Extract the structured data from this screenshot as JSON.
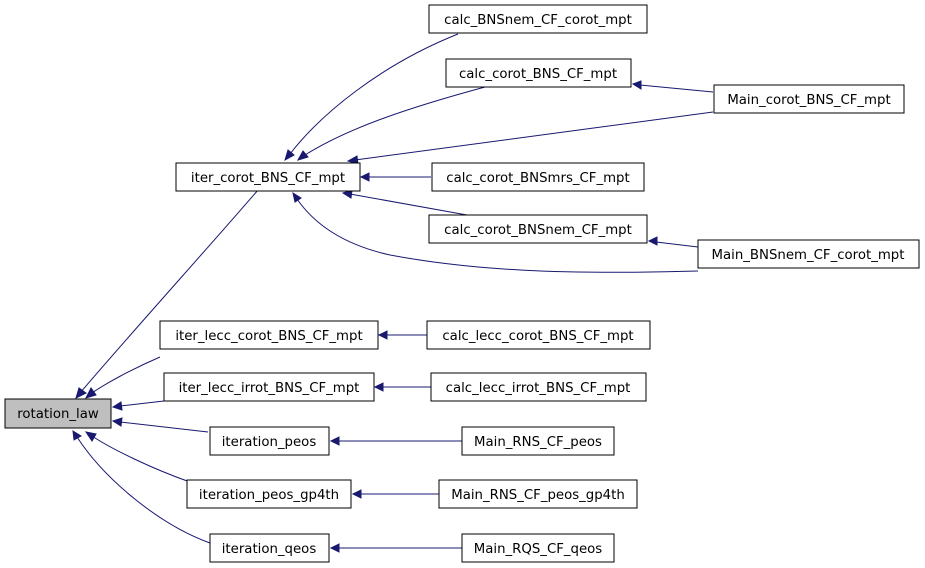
{
  "nodes": {
    "rotation_law": "rotation_law",
    "iter_corot_BNS_CF_mpt": "iter_corot_BNS_CF_mpt",
    "iter_lecc_corot_BNS_CF_mpt": "iter_lecc_corot_BNS_CF_mpt",
    "iter_lecc_irrot_BNS_CF_mpt": "iter_lecc_irrot_BNS_CF_mpt",
    "iteration_peos": "iteration_peos",
    "iteration_peos_gp4th": "iteration_peos_gp4th",
    "iteration_qeos": "iteration_qeos",
    "calc_BNSnem_CF_corot_mpt": "calc_BNSnem_CF_corot_mpt",
    "calc_corot_BNS_CF_mpt": "calc_corot_BNS_CF_mpt",
    "calc_corot_BNSmrs_CF_mpt": "calc_corot_BNSmrs_CF_mpt",
    "calc_corot_BNSnem_CF_mpt": "calc_corot_BNSnem_CF_mpt",
    "calc_lecc_corot_BNS_CF_mpt": "calc_lecc_corot_BNS_CF_mpt",
    "calc_lecc_irrot_BNS_CF_mpt": "calc_lecc_irrot_BNS_CF_mpt",
    "Main_corot_BNS_CF_mpt": "Main_corot_BNS_CF_mpt",
    "Main_BNSnem_CF_corot_mpt": "Main_BNSnem_CF_corot_mpt",
    "Main_RNS_CF_peos": "Main_RNS_CF_peos",
    "Main_RNS_CF_peos_gp4th": "Main_RNS_CF_peos_gp4th",
    "Main_RQS_CF_qeos": "Main_RQS_CF_qeos"
  },
  "edges": [
    {
      "from": "iter_corot_BNS_CF_mpt",
      "to": "rotation_law"
    },
    {
      "from": "iter_lecc_corot_BNS_CF_mpt",
      "to": "rotation_law"
    },
    {
      "from": "iter_lecc_irrot_BNS_CF_mpt",
      "to": "rotation_law"
    },
    {
      "from": "iteration_peos",
      "to": "rotation_law"
    },
    {
      "from": "iteration_peos_gp4th",
      "to": "rotation_law"
    },
    {
      "from": "iteration_qeos",
      "to": "rotation_law"
    },
    {
      "from": "calc_BNSnem_CF_corot_mpt",
      "to": "iter_corot_BNS_CF_mpt"
    },
    {
      "from": "calc_corot_BNS_CF_mpt",
      "to": "iter_corot_BNS_CF_mpt"
    },
    {
      "from": "Main_corot_BNS_CF_mpt",
      "to": "iter_corot_BNS_CF_mpt"
    },
    {
      "from": "calc_corot_BNSmrs_CF_mpt",
      "to": "iter_corot_BNS_CF_mpt"
    },
    {
      "from": "calc_corot_BNSnem_CF_mpt",
      "to": "iter_corot_BNS_CF_mpt"
    },
    {
      "from": "Main_BNSnem_CF_corot_mpt",
      "to": "iter_corot_BNS_CF_mpt"
    },
    {
      "from": "Main_corot_BNS_CF_mpt",
      "to": "calc_corot_BNS_CF_mpt"
    },
    {
      "from": "Main_BNSnem_CF_corot_mpt",
      "to": "calc_corot_BNSnem_CF_mpt"
    },
    {
      "from": "calc_lecc_corot_BNS_CF_mpt",
      "to": "iter_lecc_corot_BNS_CF_mpt"
    },
    {
      "from": "calc_lecc_irrot_BNS_CF_mpt",
      "to": "iter_lecc_irrot_BNS_CF_mpt"
    },
    {
      "from": "Main_RNS_CF_peos",
      "to": "iteration_peos"
    },
    {
      "from": "Main_RNS_CF_peos_gp4th",
      "to": "iteration_peos_gp4th"
    },
    {
      "from": "Main_RQS_CF_qeos",
      "to": "iteration_qeos"
    }
  ],
  "colors": {
    "edge": "#191970",
    "root_fill": "#bfbfbf",
    "node_fill": "#ffffff",
    "node_border": "#000000"
  }
}
